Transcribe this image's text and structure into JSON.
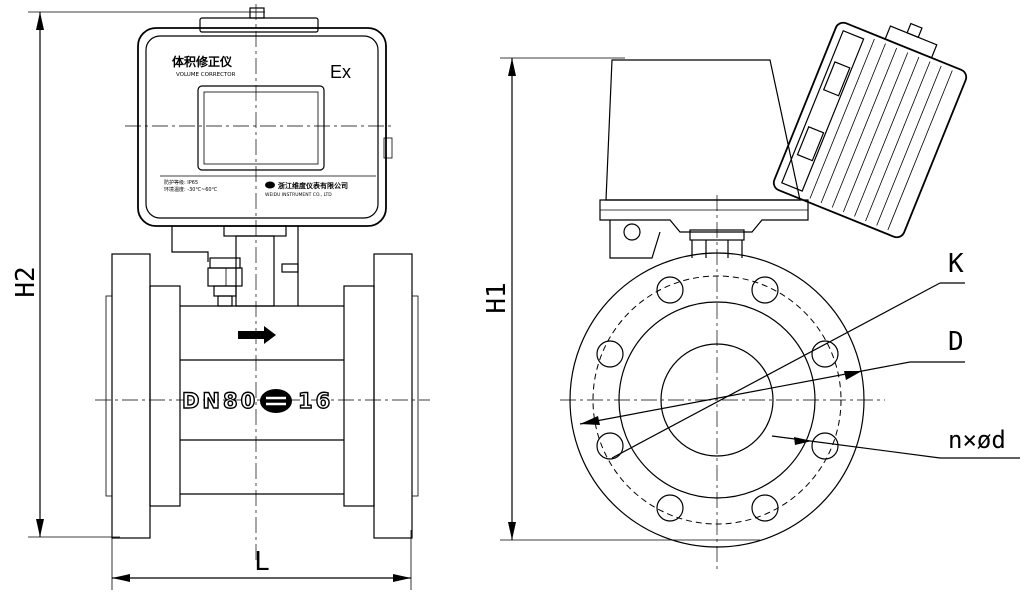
{
  "device": {
    "title_cn": "体积修正仪",
    "title_en": "VOLUME CORRECTOR",
    "ex_mark": "Ex",
    "company_cn": "浙江维度仪表有限公司",
    "company_en": "WEIDU INSTRUMENT CO., LTD",
    "spec_line_1": "防护等级: IP65",
    "spec_line_2": "环境温度: -30℃~60℃",
    "pipe_size": "DN80",
    "pressure_class": "16"
  },
  "dimensions": {
    "height_total": "H2",
    "height_side": "H1",
    "length": "L",
    "bolt_circle": "K",
    "flange_diameter": "D",
    "holes": "n×ød"
  }
}
